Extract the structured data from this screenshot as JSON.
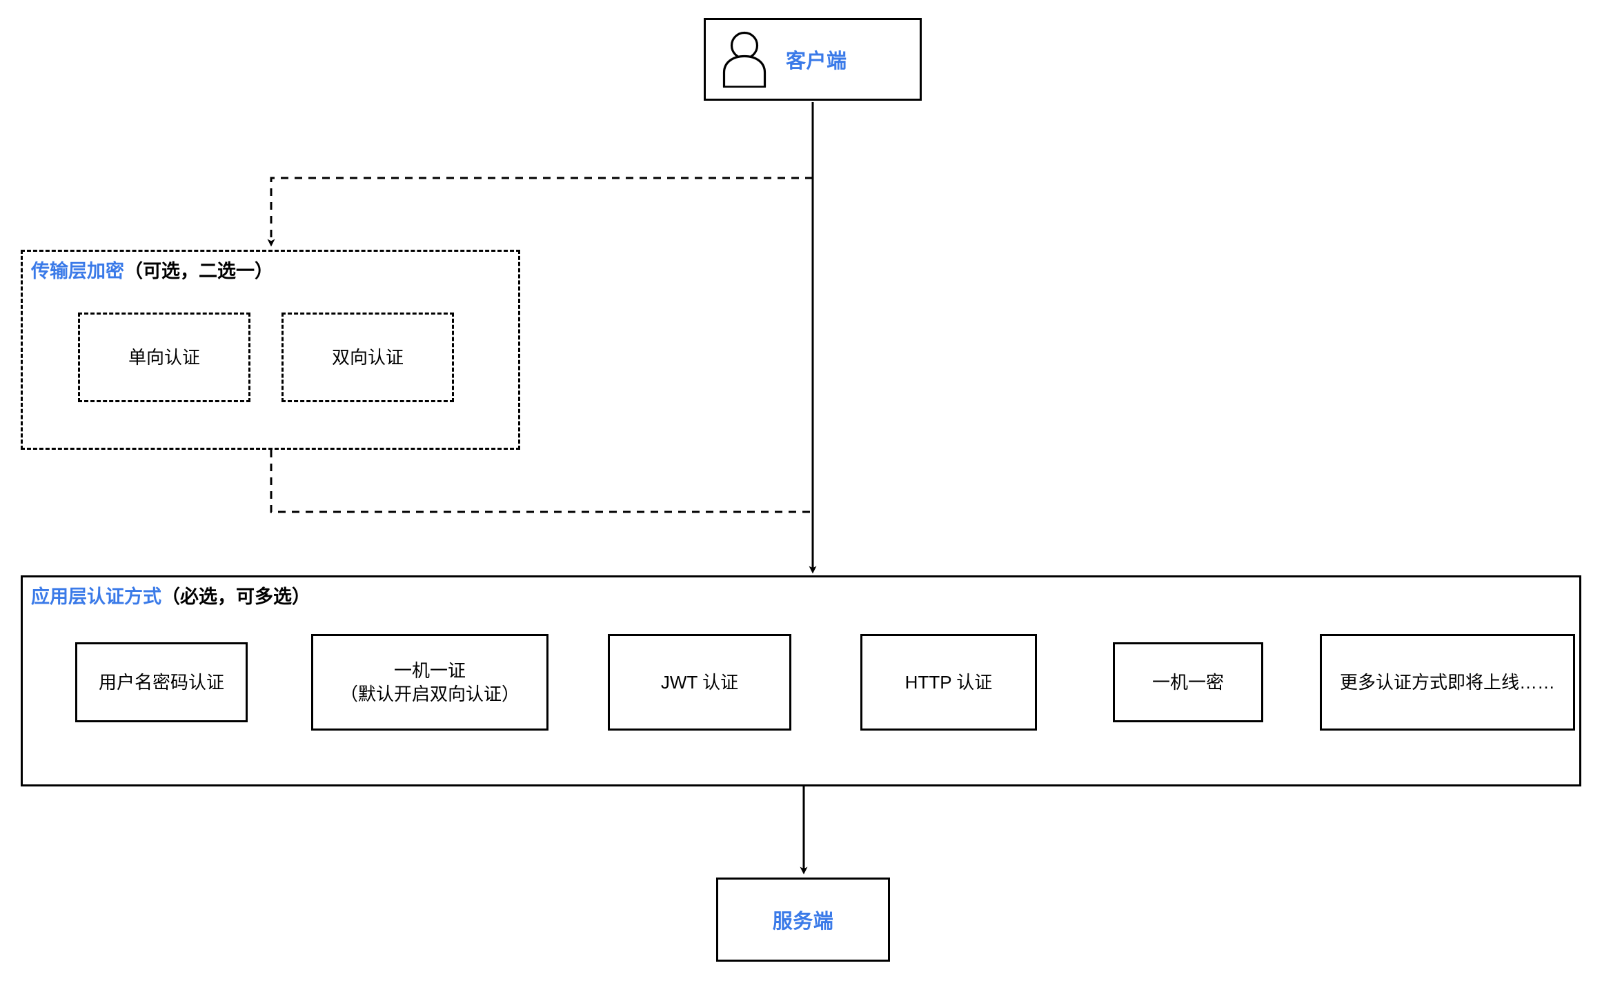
{
  "diagram": {
    "title_accent_color": "#3a7ae8",
    "line_color": "#000000",
    "background": "#ffffff"
  },
  "client": {
    "label": "客户端",
    "icon": "person-icon"
  },
  "server": {
    "label": "服务端"
  },
  "transport_layer": {
    "title_accent": "传输层加密",
    "title_suffix": "（可选，二选一）",
    "options": [
      {
        "label": "单向认证"
      },
      {
        "label": "双向认证"
      }
    ]
  },
  "application_layer": {
    "title_accent": "应用层认证方式",
    "title_suffix": "（必选，可多选）",
    "methods": [
      {
        "label": "用户名密码认证",
        "sub": ""
      },
      {
        "label": "一机一证",
        "sub": "（默认开启双向认证）"
      },
      {
        "label": "JWT 认证",
        "sub": ""
      },
      {
        "label": "HTTP 认证",
        "sub": ""
      },
      {
        "label": "一机一密",
        "sub": ""
      },
      {
        "label": "更多认证方式即将上线……",
        "sub": ""
      }
    ]
  }
}
